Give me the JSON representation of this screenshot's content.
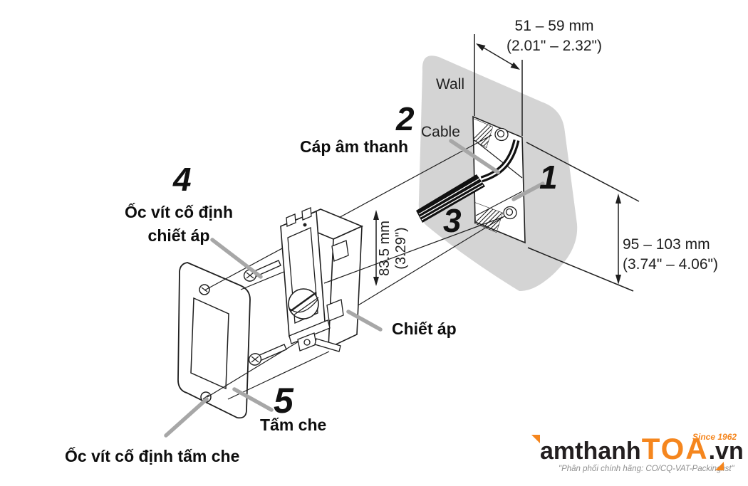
{
  "colors": {
    "wall_gray": "#d4d4d4",
    "leader_gray": "#a7a7a7",
    "line_black": "#1f1f1f",
    "brand_orange": "#f5861e",
    "tagline_gray": "#8f8f8f"
  },
  "labels": {
    "wall": "Wall",
    "cable_en": "Cable",
    "cable_vi": "Cáp âm thanh",
    "attenuator": "Chiết áp",
    "attenuator_screws_line1": "Ốc vít cố định",
    "attenuator_screws_line2": "chiết áp",
    "cover_plate": "Tấm che",
    "cover_plate_screws": "Ốc vít cố định tấm che"
  },
  "steps": {
    "wall_box": "1",
    "cable": "2",
    "pull_cable": "3",
    "attenuator_screws": "4",
    "cover_plate": "5"
  },
  "dimensions": {
    "box_width_mm": "51 – 59 mm",
    "box_width_in": "(2.01\" – 2.32\")",
    "box_height_mm": "95 – 103 mm",
    "box_height_in": "(3.74\" – 4.06\")",
    "attenuator_height_mm": "83.5 mm",
    "attenuator_height_in": "(3.29\")"
  },
  "logo": {
    "prefix": "amthanh",
    "brand": "TOA",
    "tld": ".vn",
    "since": "Since 1962",
    "tagline": "\"Phân phối chính hãng: CO/CQ-VAT-Packinglist\""
  }
}
